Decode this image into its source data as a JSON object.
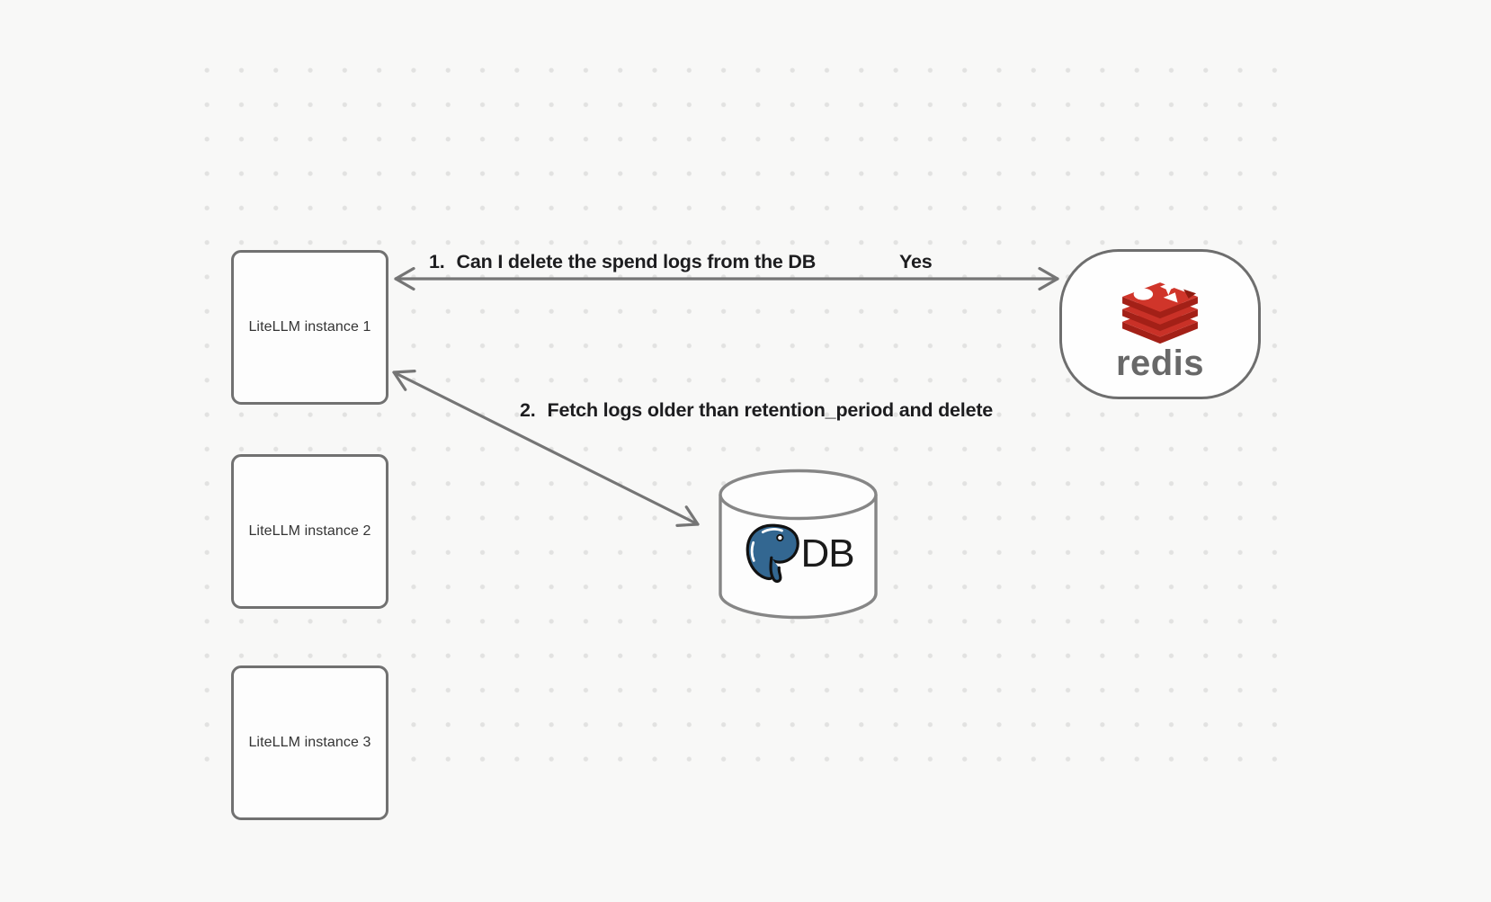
{
  "diagram": {
    "nodes": {
      "instance1": {
        "label": "LiteLLM instance 1"
      },
      "instance2": {
        "label": "LiteLLM instance 2"
      },
      "instance3": {
        "label": "LiteLLM instance 3"
      },
      "redis": {
        "label": "redis",
        "icon": "redis-logo-icon"
      },
      "db": {
        "label": "DB",
        "icon": "postgresql-elephant-icon"
      }
    },
    "arrows": {
      "arrow1": {
        "number": "1.",
        "label": "Can I delete the spend logs from the DB",
        "response": "Yes",
        "from": "instance1",
        "to": "redis",
        "heads": "both-ends"
      },
      "arrow2": {
        "number": "2.",
        "label": "Fetch logs older than retention_period and delete",
        "from": "instance1",
        "to": "db",
        "heads": "both-ends"
      }
    },
    "colors": {
      "background": "#f8f8f7",
      "grid_dot": "#e2e2e1",
      "shape_border": "#717171",
      "arrow": "#757575",
      "label_text": "#1d1d1f",
      "redis_red": "#c93127",
      "redis_dark_red": "#a32017",
      "redis_wordmark_gray": "#686868",
      "postgres_blue": "#336791"
    }
  }
}
